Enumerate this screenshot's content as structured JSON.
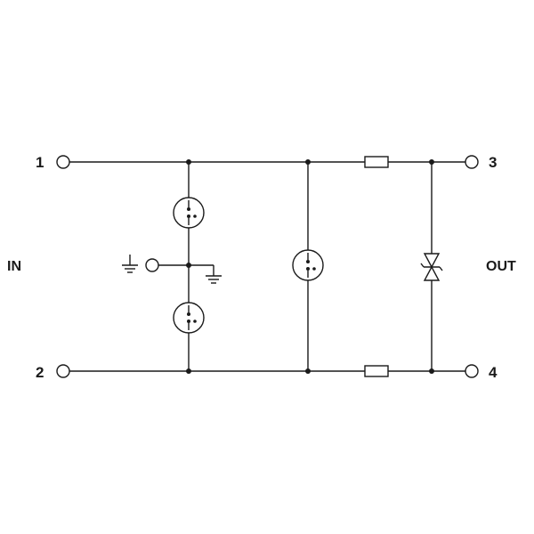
{
  "terminals": {
    "t1": "1",
    "t2": "2",
    "t3": "3",
    "t4": "4"
  },
  "labels": {
    "input": "IN",
    "output": "OUT"
  },
  "icons": {
    "gas_discharge_tube": "gas-discharge-tube-icon",
    "resistor": "resistor-icon",
    "tvs_diode": "bidirectional-tvs-diode-icon",
    "ground": "ground-icon",
    "terminal": "terminal-circle-icon"
  },
  "colors": {
    "ink": "#1a1a1a",
    "background": "#ffffff"
  }
}
